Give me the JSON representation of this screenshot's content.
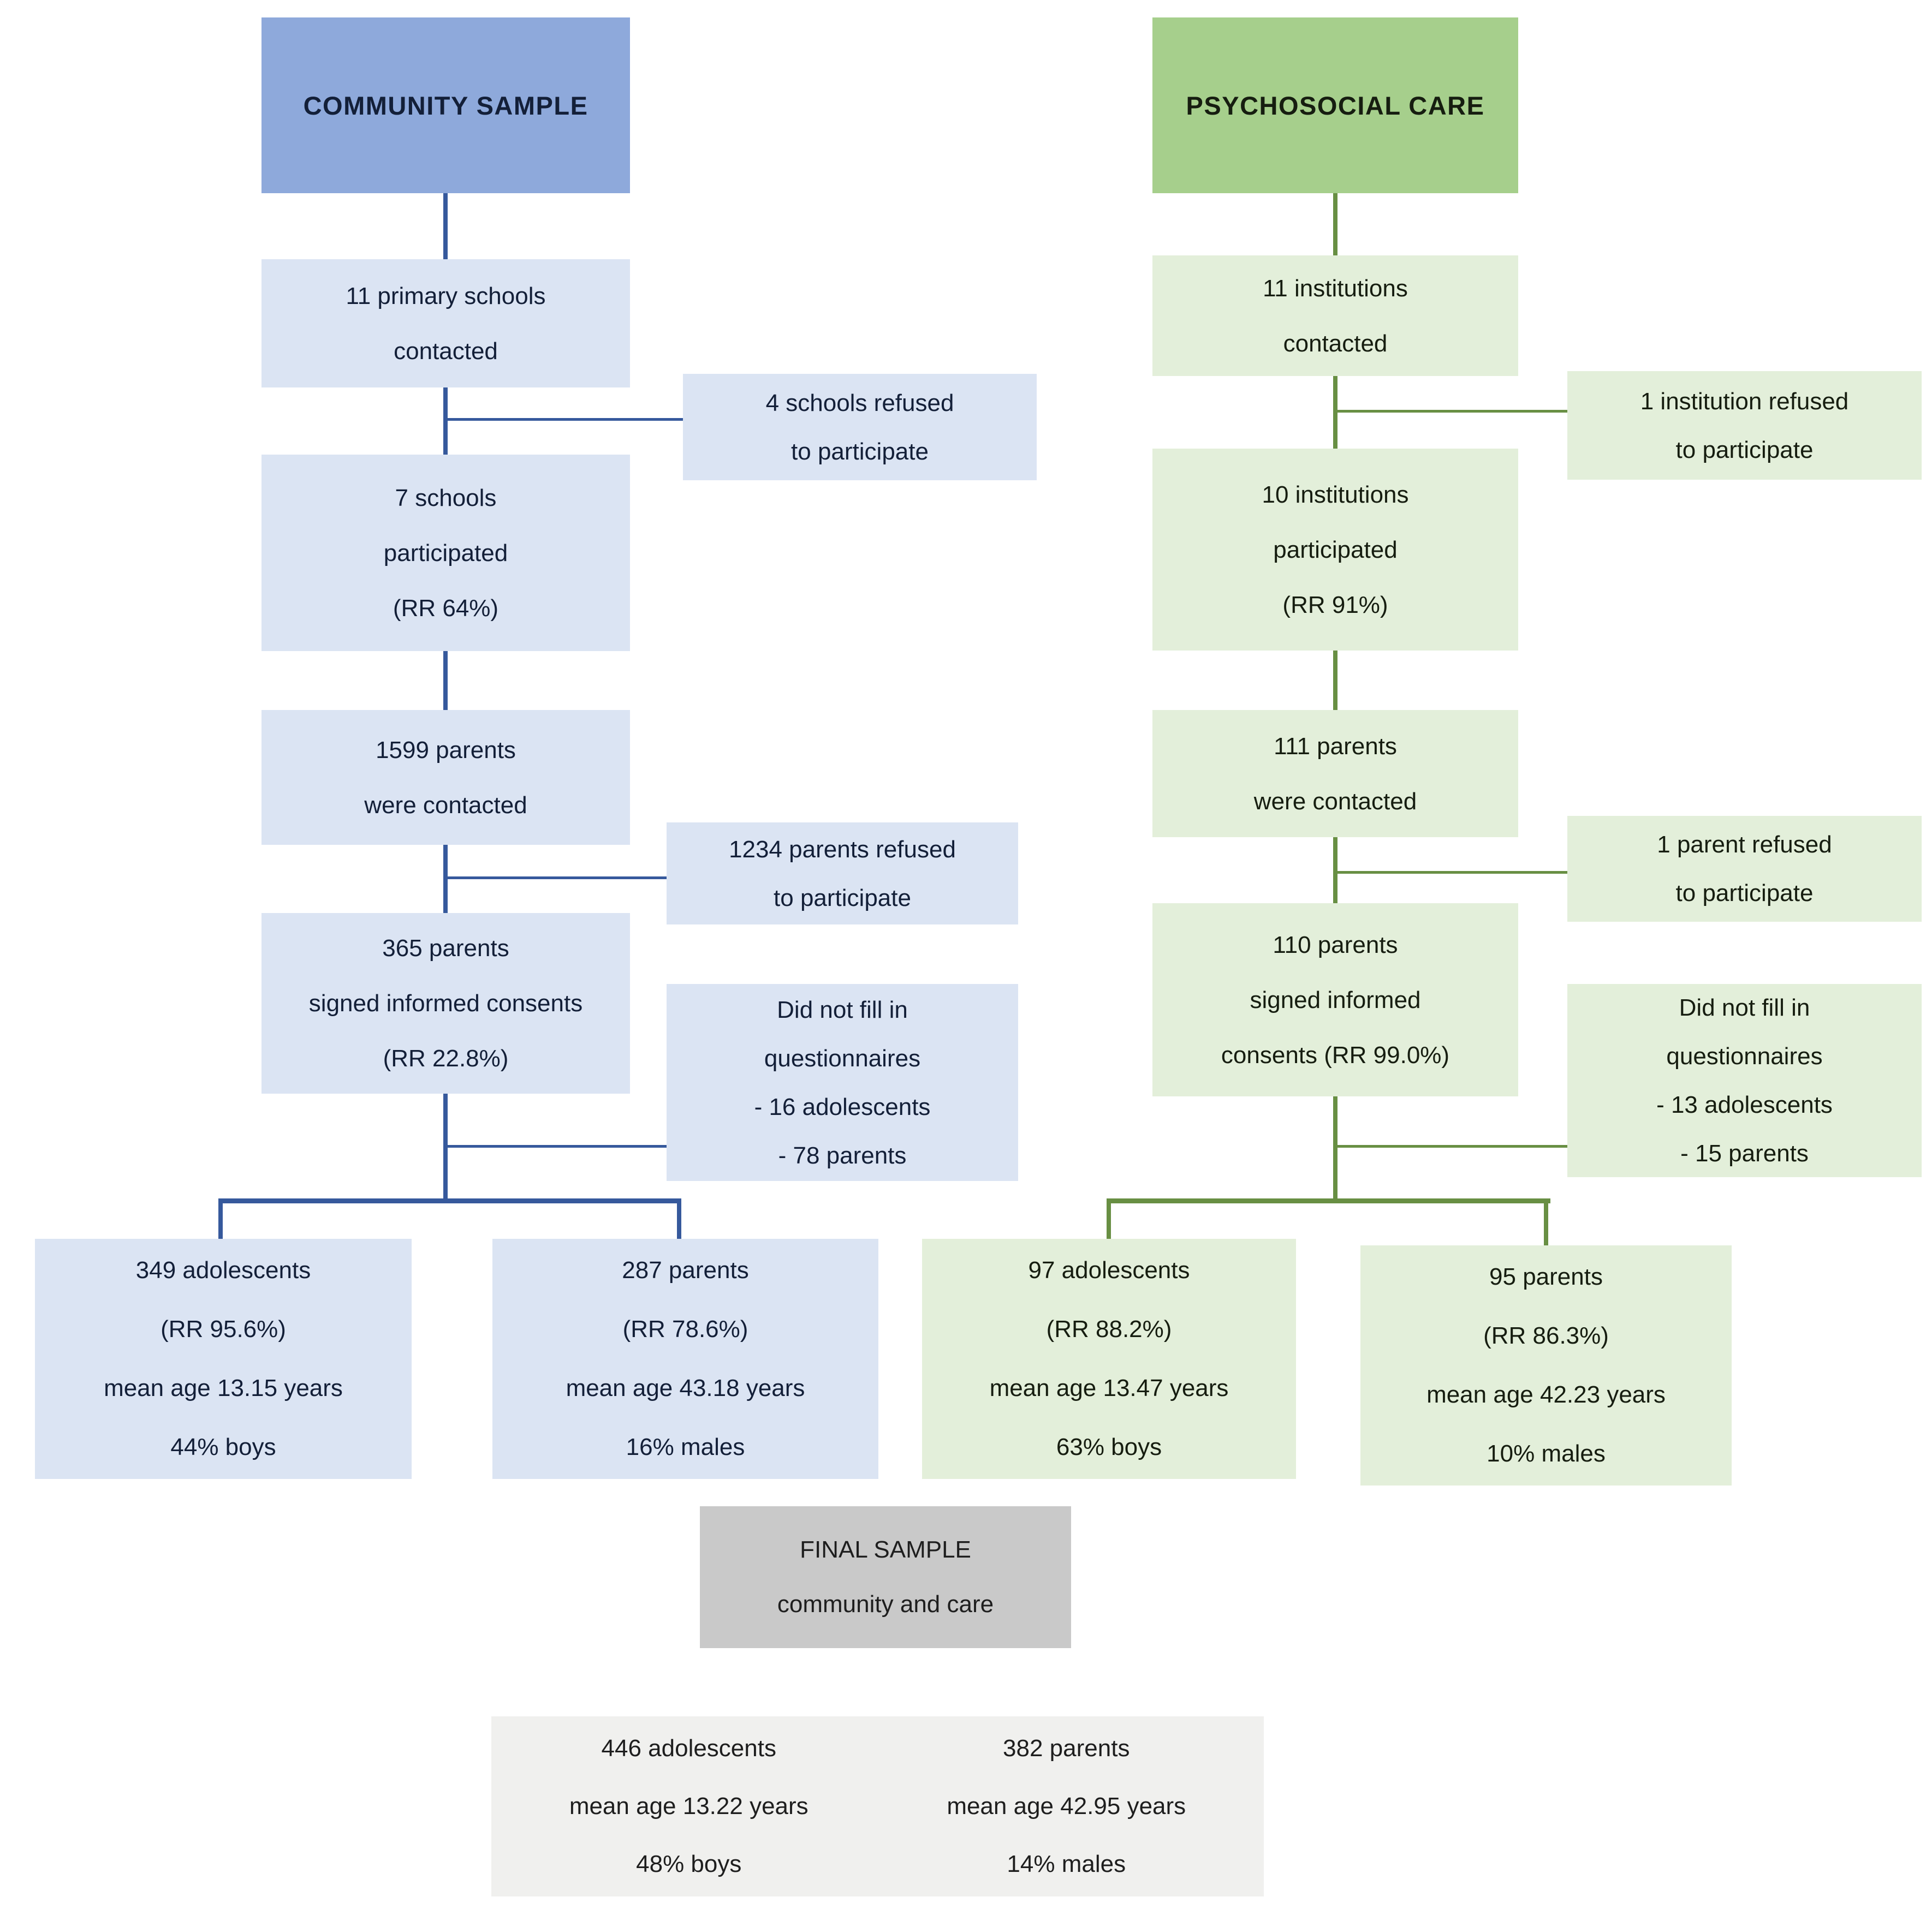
{
  "colors": {
    "blue-header": "#8ea9db",
    "blue-box": "#dbe4f3",
    "blue-line": "#36599c",
    "blue-text": "#131f38",
    "green-header": "#a6cf8c",
    "green-box": "#e3efda",
    "green-line": "#688f43",
    "green-text": "#161d10",
    "gray-header": "#c9c9c9",
    "gray-box": "#f0f0ee",
    "neutral-text": "#1e1e1e",
    "page-bg": "#ffffff"
  },
  "community": {
    "header": "COMMUNITY SAMPLE",
    "flow": [
      {
        "lines": [
          "11 primary schools",
          "contacted"
        ]
      },
      {
        "lines": [
          "7 schools",
          "participated",
          "(RR 64%)"
        ]
      },
      {
        "lines": [
          "1599 parents",
          "were contacted"
        ]
      },
      {
        "lines": [
          "365 parents",
          "signed informed consents",
          "(RR 22.8%)"
        ]
      }
    ],
    "exclusions": [
      {
        "lines": [
          "4 schools refused",
          "to participate"
        ]
      },
      {
        "lines": [
          "1234 parents refused",
          "to participate"
        ]
      },
      {
        "lines": [
          "Did not fill in",
          "questionnaires",
          "- 16 adolescents",
          "- 78 parents"
        ]
      }
    ],
    "outcomes": [
      {
        "lines": [
          "349 adolescents",
          "(RR 95.6%)",
          "mean age 13.15 years",
          "44% boys"
        ]
      },
      {
        "lines": [
          "287 parents",
          "(RR 78.6%)",
          "mean age 43.18 years",
          "16% males"
        ]
      }
    ]
  },
  "care": {
    "header": "PSYCHOSOCIAL CARE",
    "flow": [
      {
        "lines": [
          "11 institutions",
          "contacted"
        ]
      },
      {
        "lines": [
          "10 institutions",
          "participated",
          "(RR 91%)"
        ]
      },
      {
        "lines": [
          "111 parents",
          "were contacted"
        ]
      },
      {
        "lines": [
          "110 parents",
          "signed informed",
          "consents (RR 99.0%)"
        ]
      }
    ],
    "exclusions": [
      {
        "lines": [
          "1 institution refused",
          "to participate"
        ]
      },
      {
        "lines": [
          "1 parent refused",
          "to participate"
        ]
      },
      {
        "lines": [
          "Did not fill in",
          "questionnaires",
          "- 13 adolescents",
          "- 15 parents"
        ]
      }
    ],
    "outcomes": [
      {
        "lines": [
          "97 adolescents",
          "(RR 88.2%)",
          "mean age 13.47 years",
          "63% boys"
        ]
      },
      {
        "lines": [
          "95 parents",
          "(RR 86.3%)",
          "mean age 42.23 years",
          "10% males"
        ]
      }
    ]
  },
  "final": {
    "header_lines": [
      "FINAL SAMPLE",
      "community and care"
    ],
    "summary_adolescents": [
      "446 adolescents",
      "mean age 13.22 years",
      "48% boys"
    ],
    "summary_parents": [
      "382 parents",
      "mean age 42.95 years",
      "14% males"
    ]
  }
}
